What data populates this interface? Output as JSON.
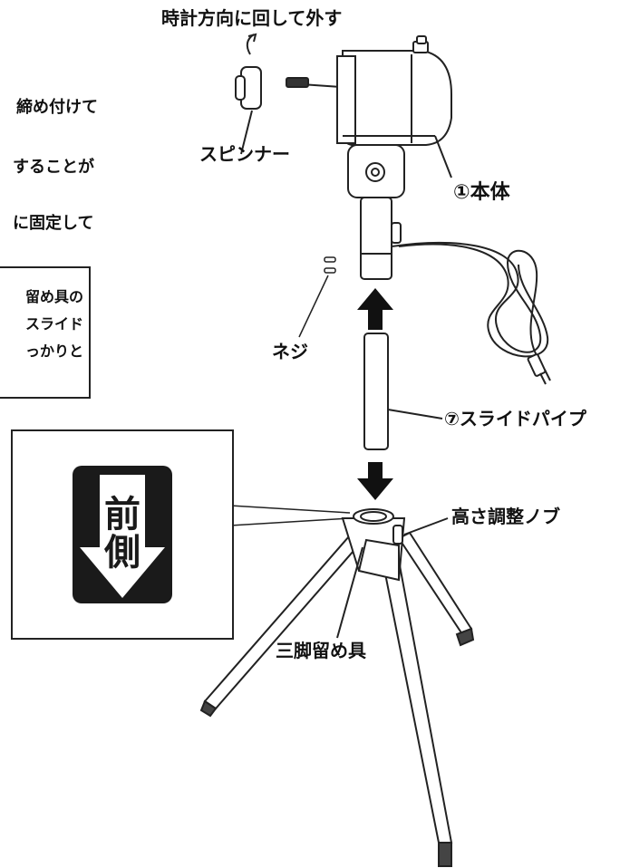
{
  "labels": {
    "rotate_instruction": "時計方向に回して外す",
    "spinner": "スピンナー",
    "main_body": "①本体",
    "screw": "ネジ",
    "slide_pipe": "⑦スライドパイプ",
    "height_knob": "高さ調整ノブ",
    "tripod_fastener": "三脚留め具"
  },
  "instructions": [
    "締め付けて",
    "することが",
    "に固定して"
  ],
  "note": {
    "lines": [
      "留め具の",
      "スライド",
      "っかりと"
    ]
  },
  "inset": {
    "front_label_1": "前",
    "front_label_2": "側"
  },
  "colors": {
    "ink": "#111111",
    "badge": "#1a1a1a",
    "paper": "#ffffff"
  }
}
